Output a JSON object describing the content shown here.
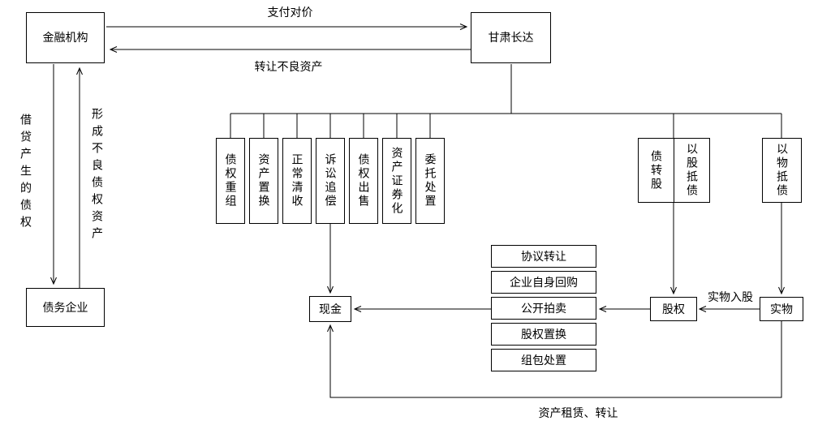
{
  "diagram": {
    "boxes": {
      "financial_institution": "金融机构",
      "gansu_changda": "甘肃长达",
      "debtor_enterprise": "债务企业",
      "cash": "现金",
      "equity": "股权",
      "physical_goods": "实物"
    },
    "arrow_labels": {
      "pay_consideration": "支付对价",
      "transfer_bad_assets": "转让不良资产",
      "debt_from_lending": "借贷产生的债权",
      "form_bad_debt_assets": "形成不良债权资产",
      "in_kind_shareholding": "实物入股",
      "asset_lease_transfer": "资产租赁、转让"
    },
    "disposal_methods": [
      "债权重组",
      "资产置换",
      "正常清收",
      "诉讼追偿",
      "债权出售",
      "资产证券化",
      "委托处置"
    ],
    "equity_box_columns": [
      "债转股",
      "以股抵债"
    ],
    "in_kind_box": "以物抵债",
    "equity_disposal_methods": [
      "协议转让",
      "企业自身回购",
      "公开拍卖",
      "股权置换",
      "组包处置"
    ],
    "colors": {
      "line": "#000000",
      "background": "#ffffff",
      "text": "#000000"
    }
  }
}
